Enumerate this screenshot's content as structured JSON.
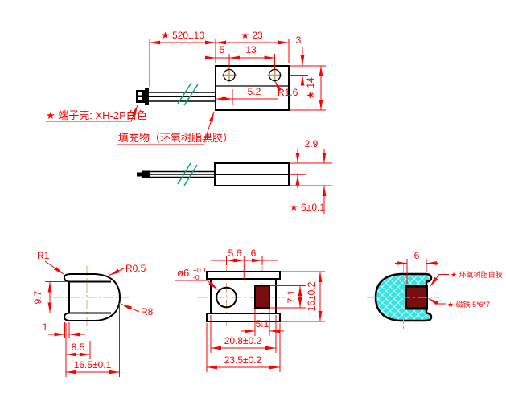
{
  "drawing": {
    "labels": {
      "terminal_shell": "★ 端子壳: XH-2P白色",
      "filler": "填充物（环氧树脂黑胶）",
      "epoxy_white": "★ 环氧树脂白胶",
      "magnet_spec": "★ 磁铁 5*6*7"
    },
    "top_view": {
      "cable_length": "★ 520±10",
      "body_width": "★ 23",
      "hole_edge_offset": "5",
      "hole_spacing": "13",
      "hole_top_offset": "3",
      "body_height": "★ 14",
      "cable_inset": "5.2",
      "hole_radius": "R1.6"
    },
    "side_view": {
      "step_height": "2.9",
      "body_thickness": "★ 6±0.1"
    },
    "left_end_view": {
      "tab_radius": "R1",
      "corner_radius": "R0.5",
      "groove_height": "9.7",
      "body_radius": "R8",
      "lip_width": "1",
      "flat_width": "8.5",
      "overall_width": "16.5±0.1"
    },
    "bottom_view": {
      "hole_to_ref": "5.6",
      "ref_to_magnet": "6",
      "hole_dia": "ø6",
      "hole_tol_upper": "+0.1",
      "hole_tol_lower": "-0",
      "magnet_height": "7.1",
      "overall_height": "16±0.2",
      "magnet_width": "5.1",
      "inner_width": "20.8±0.2",
      "overall_width": "23.5±0.2"
    },
    "right_end_view": {
      "magnet_depth": "6"
    },
    "colors": {
      "dimension_red": "#FF0000",
      "outline_black": "#000000",
      "centerline_tan": "#E8A070",
      "break_green": "#00AA7C",
      "hatch_cyan": "#35E4E4",
      "magnet_maroon": "#7A0E0E"
    }
  }
}
